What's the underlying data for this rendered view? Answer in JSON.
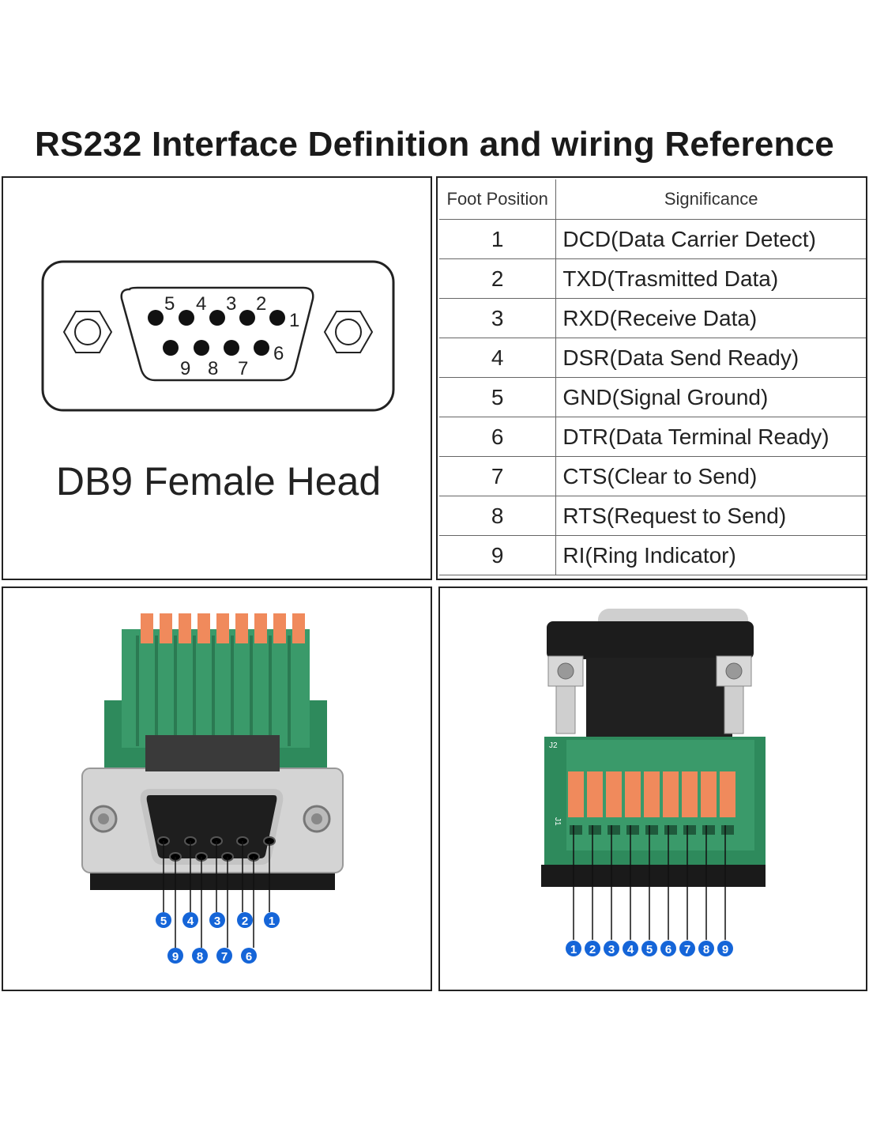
{
  "title": "RS232 Interface Definition and wiring Reference",
  "diagram": {
    "label": "DB9 Female Head",
    "pins_top": [
      "5",
      "4",
      "3",
      "2",
      "1"
    ],
    "pins_bottom": [
      "9",
      "8",
      "7",
      "6"
    ]
  },
  "table": {
    "headers": {
      "position": "Foot Position",
      "significance": "Significance"
    },
    "rows": [
      {
        "pos": "1",
        "sig": "DCD(Data Carrier Detect)"
      },
      {
        "pos": "2",
        "sig": "TXD(Trasmitted Data)"
      },
      {
        "pos": "3",
        "sig": "RXD(Receive Data)"
      },
      {
        "pos": "4",
        "sig": "DSR(Data Send Ready)"
      },
      {
        "pos": "5",
        "sig": "GND(Signal Ground)"
      },
      {
        "pos": "6",
        "sig": "DTR(Data Terminal Ready)"
      },
      {
        "pos": "7",
        "sig": "CTS(Clear to Send)"
      },
      {
        "pos": "8",
        "sig": "RTS(Request to Send)"
      },
      {
        "pos": "9",
        "sig": "RI(Ring Indicator)"
      }
    ]
  },
  "front_photo": {
    "callouts_top": [
      "5",
      "4",
      "3",
      "2",
      "1"
    ],
    "callouts_bottom": [
      "9",
      "8",
      "7",
      "6"
    ]
  },
  "back_photo": {
    "board_labels": [
      "J2",
      "J1"
    ],
    "callouts": [
      "1",
      "2",
      "3",
      "4",
      "5",
      "6",
      "7",
      "8",
      "9"
    ]
  },
  "colors": {
    "callout": "#1565d8",
    "terminal_green": "#3a9a6a",
    "lever_orange": "#f08a5c",
    "pcb": "#2e8a5c"
  }
}
